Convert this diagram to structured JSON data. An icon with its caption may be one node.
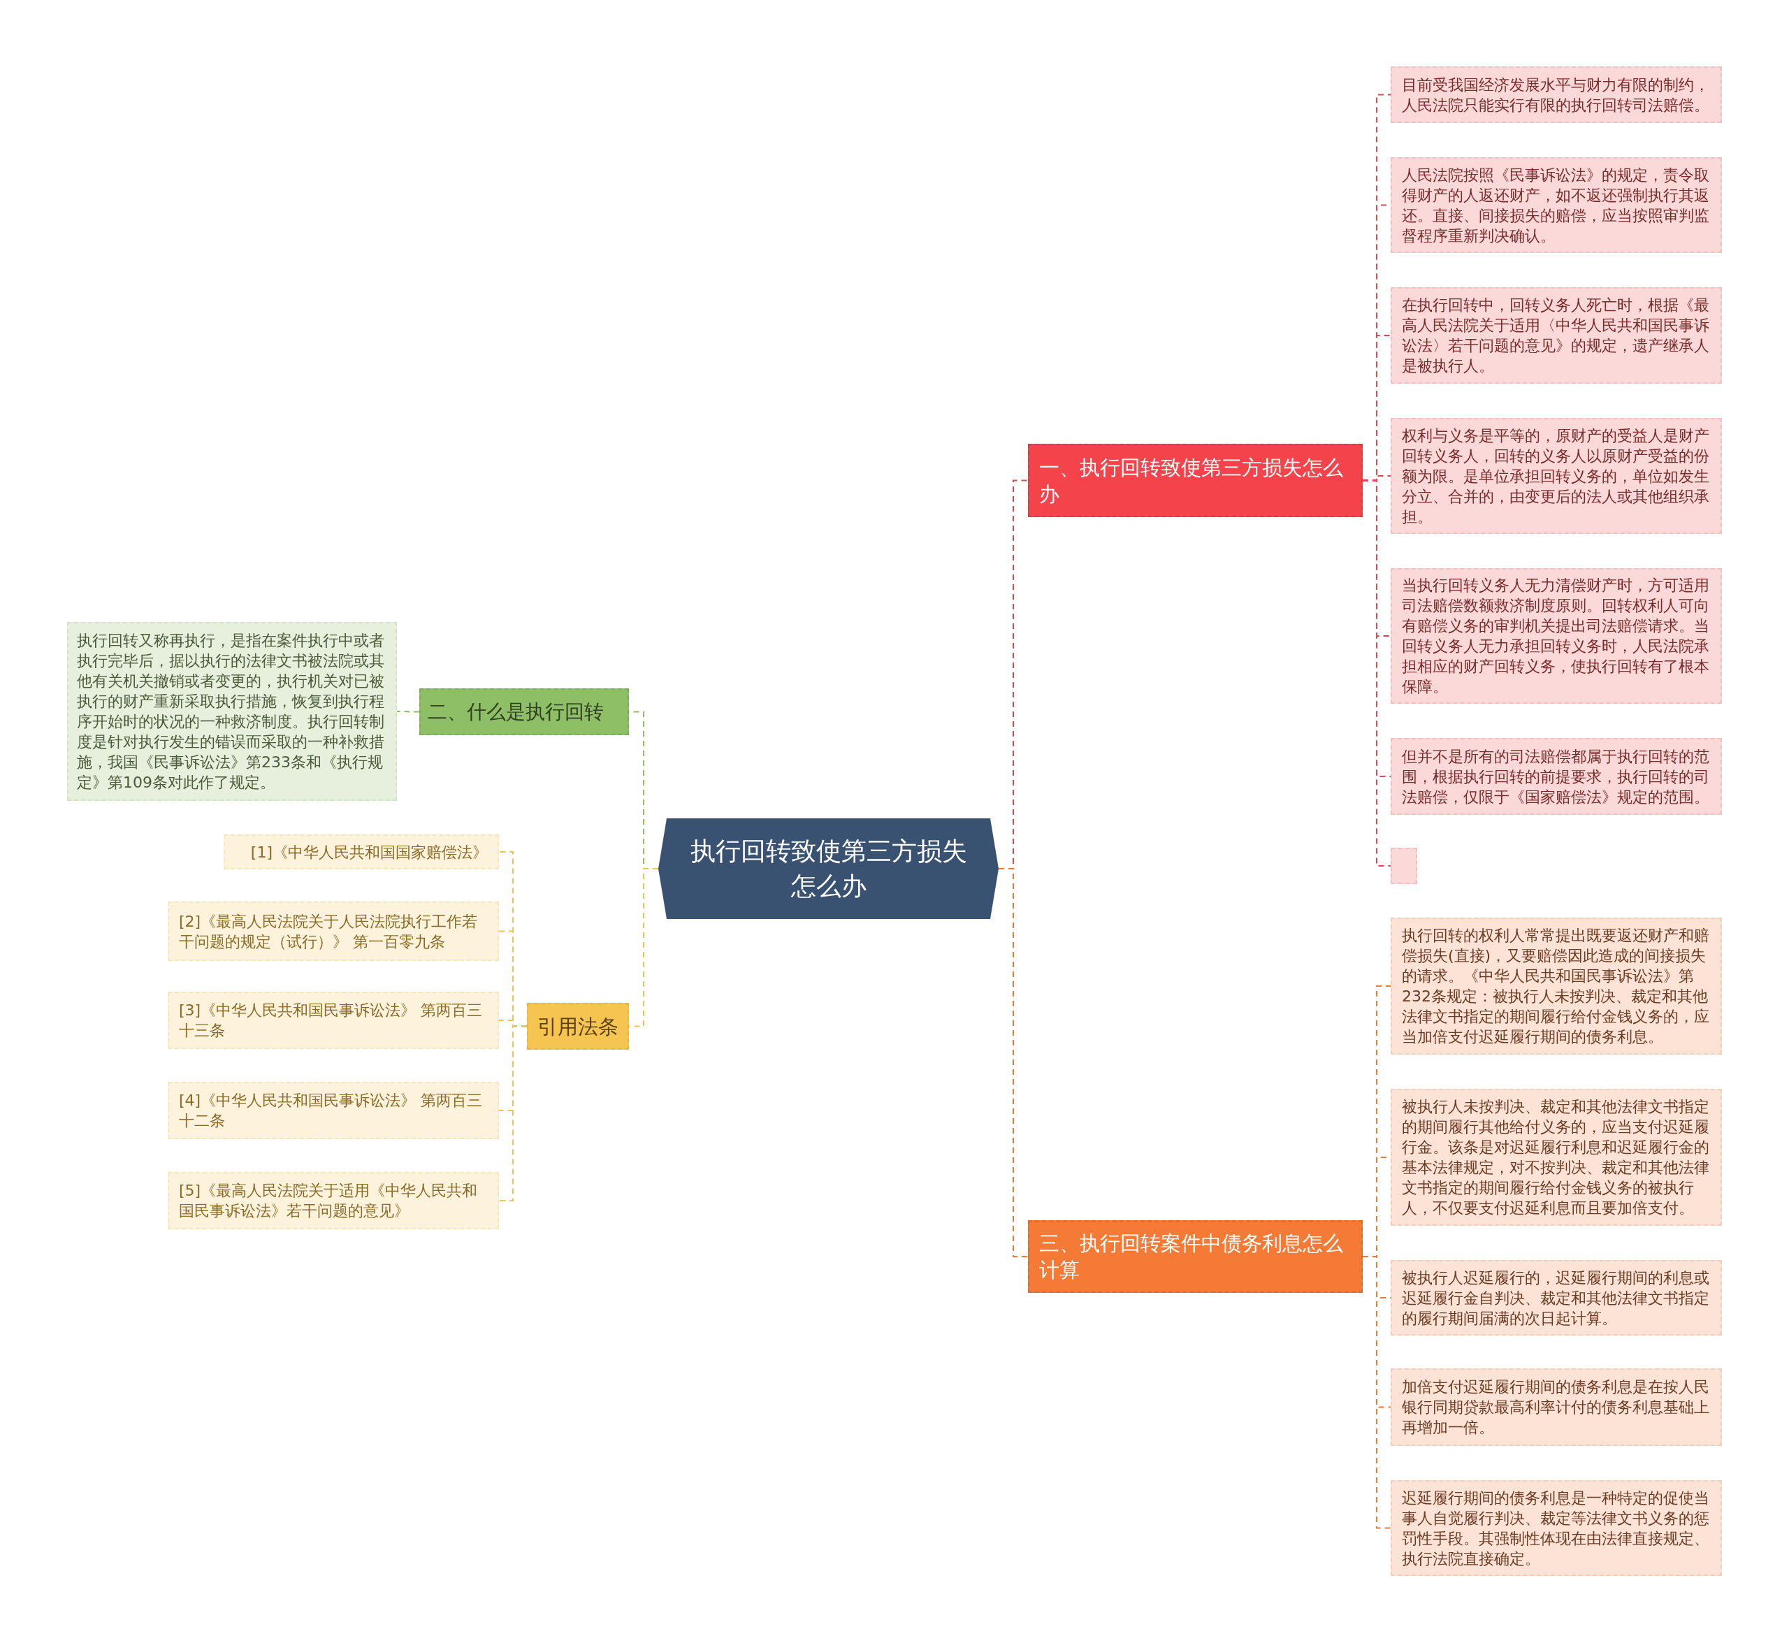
{
  "diagram": {
    "nodes": [
      {
        "text": [
          "执行回转致使第三方损失怎么办"
        ]
      },
      {
        "text": [
          "一、执行回转致使第三方损失怎么办"
        ]
      },
      {
        "text": [
          "目前受我国经济发展水平与财力有限的制约，人民法院只能实行有限的执行回转司法赔偿。"
        ]
      },
      {
        "text": [
          "人民法院按照《民事诉讼法》的规定，责令取得财产的人返还财产，如不返还强制执行其返还。直接、间接损失的赔偿，应当按照审判监督程序重新判决确认。"
        ]
      },
      {
        "text": [
          "在执行回转中，回转义务人死亡时，根据《最高人民法院关于适用〈中华人民共和国民事诉讼法〉若干问题的意见》的规定，遗产继承人是被执行人。"
        ]
      },
      {
        "text": [
          "权利与义务是平等的，原财产的受益人是财产回转义务人，回转的义务人以原财产受益的份额为限。是单位承担回转义务的，单位如发生分立、合并的，由变更后的法人或其他组织承担。"
        ]
      },
      {
        "text": [
          "当执行回转义务人无力清偿财产时，方可适用司法赔偿数额救济制度原则。回转权利人可向有赔偿义务的审判机关提出司法赔偿请求。当回转义务人无力承担回转义务时，人民法院承担相应的财产回转义务，使执行回转有了根本保障。"
        ]
      },
      {
        "text": [
          "但并不是所有的司法赔偿都属于执行回转的范围，根据执行回转的前提要求，执行回转的司法赔偿，仅限于《国家赔偿法》规定的范围。"
        ]
      },
      {
        "text": [],
        "shape": "box"
      },
      {
        "text": [
          "二、什么是执行回转"
        ]
      },
      {
        "text": [
          "执行回转又称再执行，是指在案件执行中或者执行完毕后，据以执行的法律文书被法院或其他有关机关撤销或者变更的，执行机关对已被执行的财产重新采取执行措施，恢复到执行程序开始时的状况的一种救济制度。执行回转制度是针对执行发生的错误而采取的一种补救措施，我国《民事诉讼法》第233条和《执行规定》第109条对此作了规定。"
        ]
      },
      {
        "text": [
          "引用法条"
        ]
      },
      {
        "text": [
          "[1]《中华人民共和国国家赔偿法》"
        ]
      },
      {
        "text": [
          "[2]《最高人民法院关于人民法院执行工作若干问题的规定（试行）》 第一百零九条"
        ]
      },
      {
        "text": [
          "[3]《中华人民共和国民事诉讼法》 第两百三十三条"
        ]
      },
      {
        "text": [
          "[4]《中华人民共和国民事诉讼法》 第两百三十二条"
        ]
      },
      {
        "text": [
          "[5]《最高人民法院关于适用《中华人民共和国民事诉讼法》若干问题的意见》"
        ]
      },
      {
        "text": [
          "三、执行回转案件中债务利息怎么计算"
        ]
      },
      {
        "text": [
          "执行回转的权利人常常提出既要返还财产和赔偿损失(直接)，又要赔偿因此造成的间接损失的请求。《中华人民共和国民事诉讼法》第232条规定：被执行人未按判决、裁定和其他法律文书指定的期间履行给付金钱义务的，应当加倍支付迟延履行期间的债务利息。"
        ]
      },
      {
        "text": [
          "被执行人未按判决、裁定和其他法律文书指定的期间履行其他给付义务的，应当支付迟延履行金。该条是对迟延履行利息和迟延履行金的基本法律规定，对不按判决、裁定和其他法律文书指定的期间履行给付金钱义务的被执行人，不仅要支付迟延利息而且要加倍支付。"
        ]
      },
      {
        "text": [
          "被执行人迟延履行的，迟延履行期间的利息或迟延履行金自判决、裁定和其他法律文书指定的履行期间届满的次日起计算。"
        ]
      },
      {
        "text": [
          "加倍支付迟延履行期间的债务利息是在按人民银行同期贷款最高利率计付的债务利息基础上再增加一倍。"
        ]
      },
      {
        "text": [
          "迟延履行期间的债务利息是一种特定的促使当事人自觉履行判决、裁定等法律文书义务的惩罚性手段。其强制性体现在由法律直接规定、执行法院直接确定。"
        ]
      }
    ],
    "edges": [
      {
        "from": 0,
        "to": 1,
        "arrow": "none",
        "style": "dashed"
      },
      {
        "from": 1,
        "to": 2,
        "arrow": "none",
        "style": "dashed"
      },
      {
        "from": 1,
        "to": 3,
        "arrow": "none",
        "style": "dashed"
      },
      {
        "from": 1,
        "to": 4,
        "arrow": "none",
        "style": "dashed"
      },
      {
        "from": 1,
        "to": 5,
        "arrow": "none",
        "style": "dashed"
      },
      {
        "from": 1,
        "to": 6,
        "arrow": "none",
        "style": "dashed"
      },
      {
        "from": 1,
        "to": 7,
        "arrow": "none",
        "style": "dashed"
      },
      {
        "from": 1,
        "to": 8,
        "arrow": "none",
        "style": "dashed"
      },
      {
        "from": 0,
        "to": 9,
        "arrow": "none",
        "style": "dashed",
        "color": "#8ebf67"
      },
      {
        "from": 9,
        "to": 10,
        "arrow": "none",
        "style": "dashed",
        "color": "#8ebf67"
      },
      {
        "from": 0,
        "to": 11,
        "arrow": "none",
        "style": "dashed",
        "color": "#f2c14e"
      },
      {
        "from": 11,
        "to": 12,
        "arrow": "none",
        "style": "dashed",
        "color": "#f2c14e"
      },
      {
        "from": 11,
        "to": 13,
        "arrow": "none",
        "style": "dashed",
        "color": "#f2c14e"
      },
      {
        "from": 11,
        "to": 14,
        "arrow": "none",
        "style": "dashed",
        "color": "#f2c14e"
      },
      {
        "from": 11,
        "to": 15,
        "arrow": "none",
        "style": "dashed",
        "color": "#f2c14e"
      },
      {
        "from": 11,
        "to": 16,
        "arrow": "none",
        "style": "dashed",
        "color": "#f2c14e"
      },
      {
        "from": 0,
        "to": 17,
        "arrow": "none",
        "style": "dashed",
        "color": "#f07a35"
      },
      {
        "from": 17,
        "to": 18,
        "arrow": "none",
        "style": "dashed",
        "color": "#f07a35"
      },
      {
        "from": 17,
        "to": 19,
        "arrow": "none",
        "style": "dashed",
        "color": "#f07a35"
      },
      {
        "from": 17,
        "to": 20,
        "arrow": "none",
        "style": "dashed",
        "color": "#f07a35"
      },
      {
        "from": 17,
        "to": 21,
        "arrow": "none",
        "style": "dashed",
        "color": "#f07a35"
      },
      {
        "from": 17,
        "to": 22,
        "arrow": "none",
        "style": "dashed",
        "color": "#f07a35"
      }
    ]
  }
}
